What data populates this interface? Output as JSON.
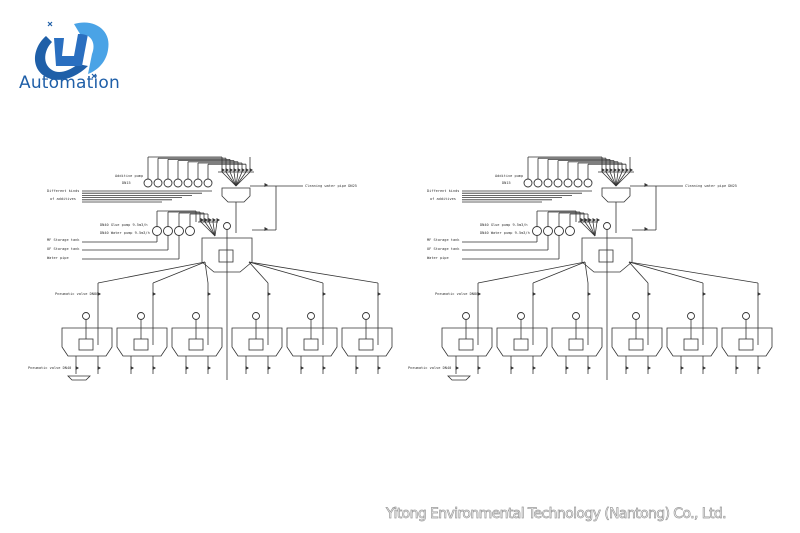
{
  "brand": {
    "name": "Automation",
    "logo_letters": "YD",
    "colors": {
      "primary": "#1f5fa8",
      "light": "#4aa3e6"
    }
  },
  "diagram": {
    "title_copies": 2,
    "labels": {
      "additive_pump": "Additive pump",
      "additive_pump_size": "DN15",
      "additives_1": "Different kinds",
      "additives_2": "of additives",
      "cleaning_pipe": "Cleaning water pipe DN25",
      "glue_pump": "DN40 Glue pump 9-5m3/h",
      "water_pump": "DN40 Water pump 9-5m3/h",
      "mf_tank": "MF Storage tank",
      "uf_tank": "UF Storage tank",
      "water_pipe": "Water pipe",
      "valve_dn80": "Pneumatic valve DN80",
      "valve_dn40": "Pneumatic valve DN40"
    },
    "additive_pump_count": 7,
    "main_pump_count": 4,
    "mixing_tank_count": 6,
    "line_color": "#333333"
  },
  "footer": {
    "company": "Yitong Environmental Technology (Nantong) Co., Ltd."
  }
}
